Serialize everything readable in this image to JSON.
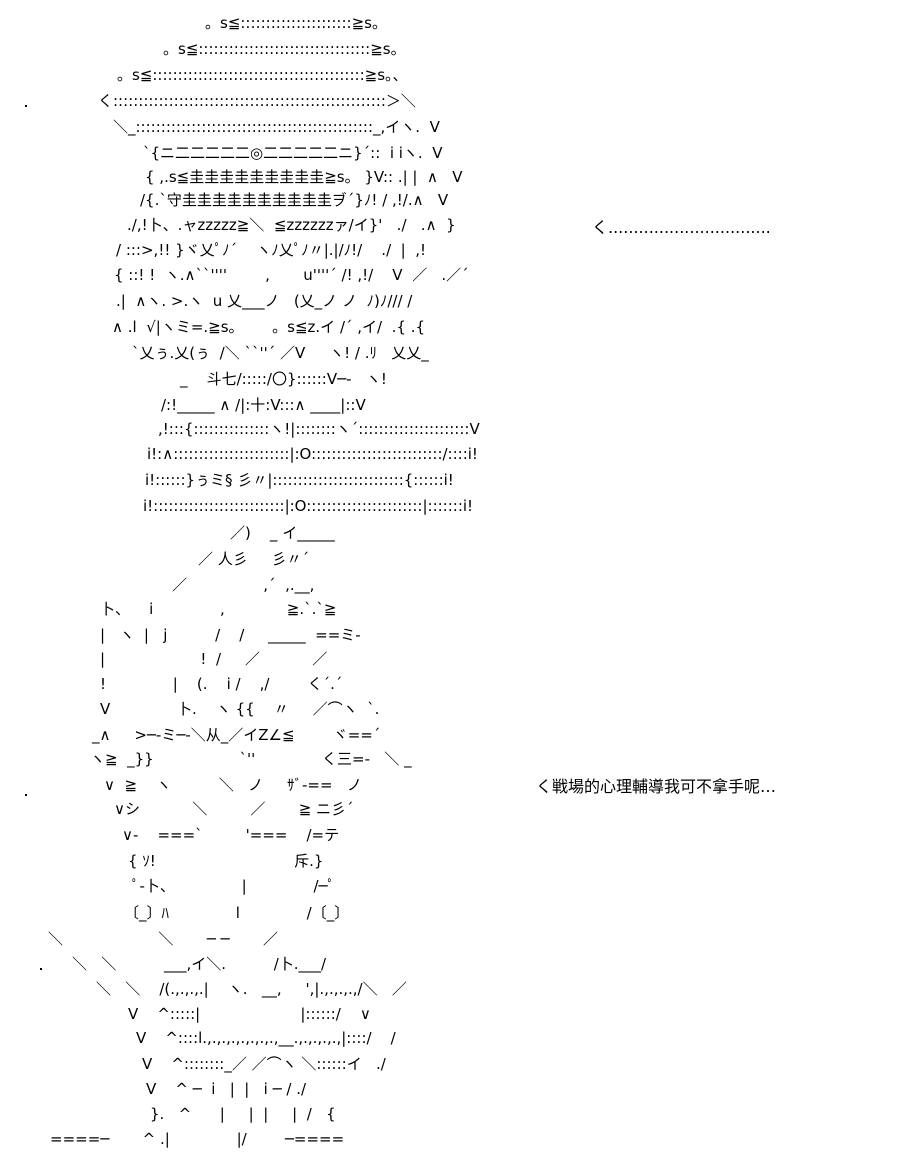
{
  "art": {
    "lines": [
      "。s≦::::::::::::::::::::::≧s。",
      "。s≦::::::::::::::::::::::::::::::::::≧s。",
      "。s≦::::::::::::::::::::::::::::::::::::::::::≧s。、",
      "く::::::::::::::::::::::::::::::::::::::::::::::::::::::＞＼",
      "＼_:::::::::::::::::::::::::::::::::::::::::::::::_,イヽ.  V",
      "`{ニ二二二二二◎二二二二二ニ}´::  i iヽ.  V",
      "{ ,.s≦圭圭圭圭圭圭圭圭圭≧s。 }V:: .| |  ∧   V",
      "/{.`守圭圭圭圭圭圭圭圭圭圭ヺ´}ﾉ! / ,!/.∧   V",
      "./,!卜、.ャzzzzz≧＼  ≦zzzzzzァ/イ}'   ./   .∧  }",
      "/ :::>,!! }ヾ乂ﾟﾉ´    ヽﾉ乂ﾟﾉ〃|.|/ﾉ!/    ./  |  ,!",
      "{ ::! !  ヽ.∧``''''        ,       u''''´ /! ,!/    V  ／   .／´",
      ".|  ∧ヽ. >.ヽ  u 乂___ノ   (乂_ノ ノ  ﾉ)ﾉ/// /",
      "∧ .l  √|ヽミ=.≧s。      。s≦z.イ /´ ,イ/  .{ .{",
      "`乂ぅ.乂(ぅ  /＼ ``''´ ／V     ヽ! / .ﾘ   乂乂_",
      "_    斗七/:::::/〇}::::::V─‐   ヽ!",
      "/:!_____ ∧ /|:十:V:::∧ ____|::V",
      ",!:::{:::::::::::::::ヽ!|::::::::ヽ´::::::::::::::::::::::V",
      "i!:∧:::::::::::::::::::::::|:O::::::::::::::::::::::::::/::::i!",
      "i!::::::}ぅミ§ 彡〃|::::::::::::::::::::::::::{::::::i!",
      "i!::::::::::::::::::::::::::|:O:::::::::::::::::::::::|:::::::i!",
      "／)    _ イ_____",
      "／ 人彡     彡〃´",
      "／                ,´  ,.__,",
      "卜、    i              ,             ≧.`.`≧",
      "|   ヽ  |   j          /    /     _____  ==ミ-",
      "|                    !  /     ／           ／",
      "!              |    (.    i /    ,/        く´.´",
      "V              卜.    ヽ {{    〃     ／⌒ヽ  `.",
      "_∧     >─‐ミ─‐＼从_／イZ∠≦        ヾ==´",
      "ヽ≧  _}}                  `''              く三=-   ＼ _",
      "∨  ≧    ヽ          ＼   ノ     ｻﾞ-==   ノ",
      "∨シ           ＼         ／       ≧ ニ彡´",
      "∨-    ===`         '===    /=テ",
      "{ ｿ!                             斥.}",
      "ﾟ-卜、              |              /─ﾟ",
      "〔_〕ﾊ              l              /〔_〕",
      "＼                    ＼       ─ ─       ／",
      "＼   ＼          ___,イ＼.          /卜.___/",
      "＼   ＼    /(.,.,.,.|    ヽ.   __,     ',|.,.,.,.,/＼   ／",
      "V    ^:::::|                     |::::::/    ∨",
      "V    ^::::l.,.,.,.,.,.,.,.,__.,.,.,.,.,|::::/    /",
      "V    ^::::::::_／ ／⌒ヽ ＼::::::イ   ./",
      "V    ^ ─  i   |  |   i ─ / ./",
      "}.   ^      |     |  |     |  /   {",
      "====─       ^ .|              |/        ─====",
      "く戦場的心理輔導我可不拿手呢…",
      "く..............................."
    ]
  },
  "dialogue": {
    "pointer_line": "く................................",
    "speech_line": "く戦場的心理輔導我可不拿手呢…"
  }
}
